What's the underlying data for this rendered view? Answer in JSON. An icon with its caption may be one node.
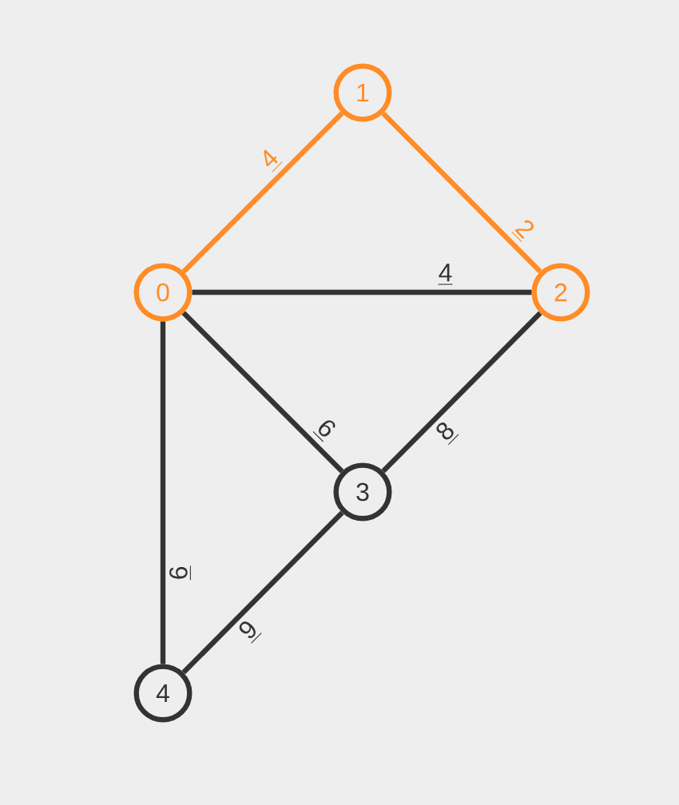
{
  "diagram": {
    "nodes": [
      {
        "text": [
          "0"
        ]
      },
      {
        "text": [
          "1"
        ]
      },
      {
        "text": [
          "2"
        ]
      },
      {
        "text": [
          "3"
        ]
      },
      {
        "text": [
          "4"
        ]
      }
    ],
    "edges": [
      {
        "from": 0,
        "to": 1,
        "arrow": "none",
        "label": "4",
        "color": "#ff8c26"
      },
      {
        "from": 1,
        "to": 2,
        "arrow": "none",
        "label": "2",
        "color": "#ff8c26"
      },
      {
        "from": 0,
        "to": 2,
        "arrow": "none",
        "label": "4"
      },
      {
        "from": 0,
        "to": 3,
        "arrow": "none",
        "label": "6"
      },
      {
        "from": 2,
        "to": 3,
        "arrow": "none",
        "label": "8"
      },
      {
        "from": 0,
        "to": 4,
        "arrow": "none",
        "label": "6"
      },
      {
        "from": 3,
        "to": 4,
        "arrow": "none",
        "label": "9"
      }
    ]
  }
}
